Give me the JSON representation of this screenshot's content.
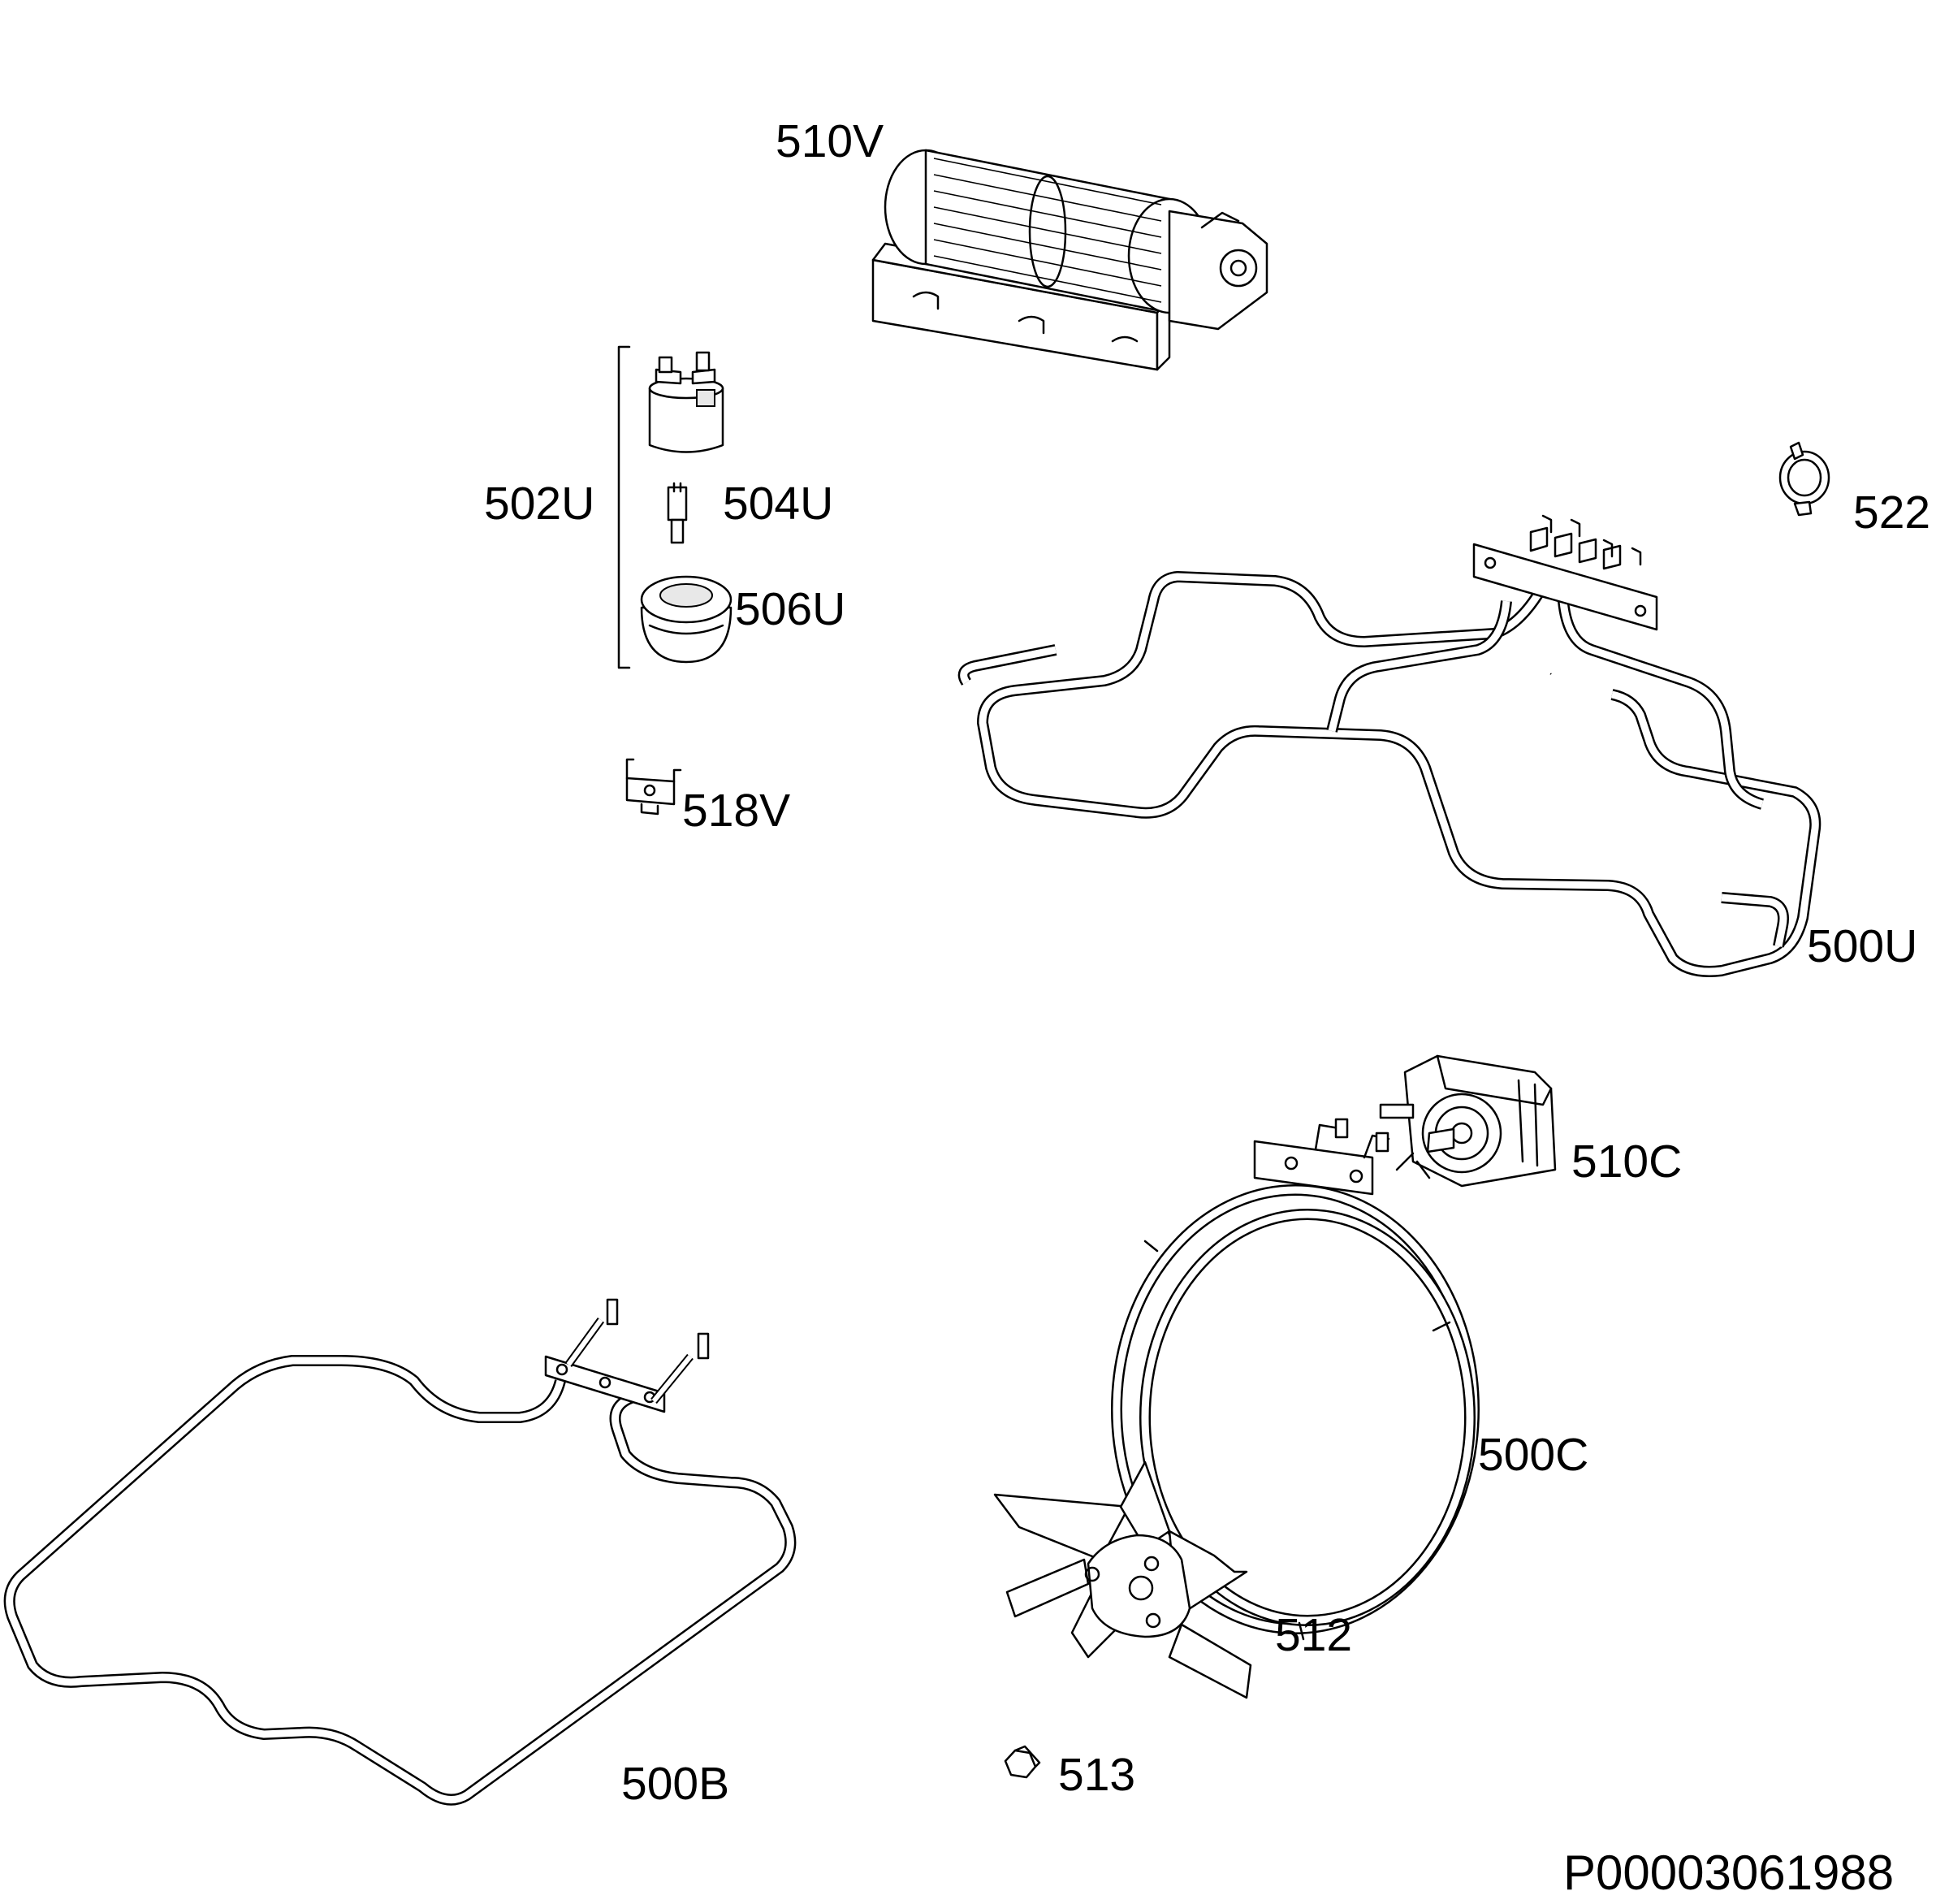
{
  "labels": {
    "p510V": "510V",
    "p502U": "502U",
    "p504U": "504U",
    "p506U": "506U",
    "p522": "522",
    "p518V": "518V",
    "p500U": "500U",
    "p510C": "510C",
    "p500C": "500C",
    "p512": "512",
    "p500B": "500B",
    "p513": "513"
  },
  "document_id": "P00003061988"
}
